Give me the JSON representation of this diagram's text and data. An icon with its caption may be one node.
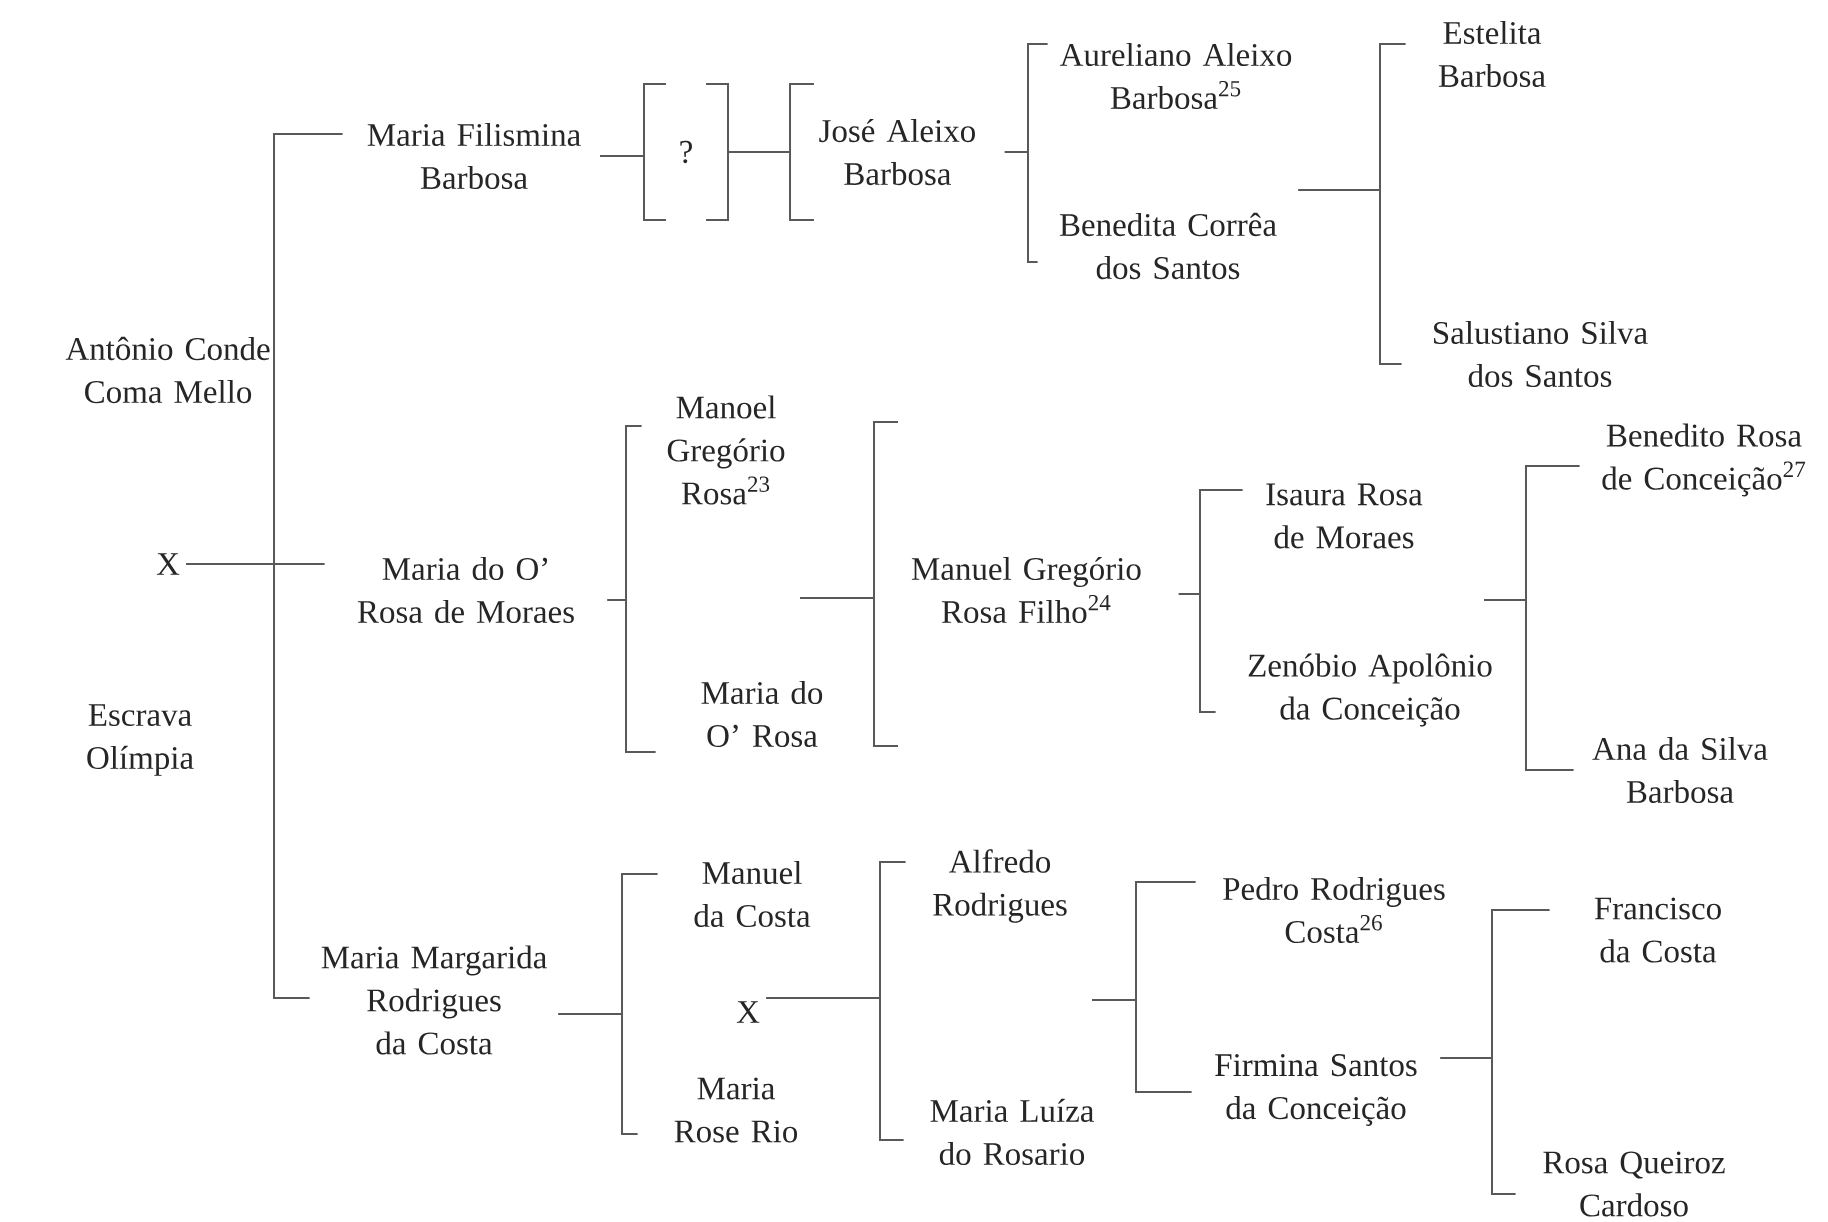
{
  "diagram": {
    "nodes": [
      {
        "text": [
          "Antônio Conde Coma Mello"
        ]
      },
      {
        "text": [
          "X"
        ]
      },
      {
        "text": [
          "Escrava Olímpia"
        ]
      },
      {
        "text": [
          "Maria Filismina Barbosa"
        ]
      },
      {
        "text": [
          "?"
        ]
      },
      {
        "text": [
          "José Aleixo Barbosa"
        ]
      },
      {
        "text": [
          "Aureliano Aleixo Barbosa$^{25}$"
        ]
      },
      {
        "text": [
          "Benedita Corrêa dos Santos"
        ]
      },
      {
        "text": [
          "Estelita Barbosa"
        ]
      },
      {
        "text": [
          "Salustiano Silva dos Santos"
        ]
      },
      {
        "text": [
          "Manoel Gregório Rosa$^{23}$"
        ]
      },
      {
        "text": [
          "Maria do O’ Rosa de Moraes"
        ]
      },
      {
        "text": [
          "Maria do O’ Rosa"
        ]
      },
      {
        "text": [
          "Manuel Gregório Rosa Filho$^{24}$"
        ]
      },
      {
        "text": [
          "Isaura Rosa de Moraes"
        ]
      },
      {
        "text": [
          "Zenóbio Apolônio da Conceição"
        ]
      },
      {
        "text": [
          "Benedito Rosa de Conceição$^{27}$"
        ]
      },
      {
        "text": [
          "Ana da Silva Barbosa"
        ]
      },
      {
        "text": [
          "Manuel da Costa"
        ]
      },
      {
        "text": [
          "Maria Margarida Rodrigues da Costa"
        ]
      },
      {
        "text": [
          "X"
        ]
      },
      {
        "text": [
          "Maria Rose Rio"
        ]
      },
      {
        "text": [
          "Alfredo Rodrigues"
        ]
      },
      {
        "text": [
          "Maria Luíza do Rosario"
        ]
      },
      {
        "text": [
          "Pedro Rodrigues Costa$^{26}$"
        ]
      },
      {
        "text": [
          "Firmina Santos da Conceição"
        ]
      },
      {
        "text": [
          "Francisco da Costa"
        ]
      },
      {
        "text": [
          "Rosa Queiroz Cardoso"
        ]
      }
    ],
    "edges": [
      {
        "from": 1,
        "to": 3,
        "arrow": "none"
      },
      {
        "from": 1,
        "to": 11,
        "arrow": "none"
      },
      {
        "from": 1,
        "to": 19,
        "arrow": "none"
      },
      {
        "from": 3,
        "to": 4,
        "arrow": "none"
      },
      {
        "from": 4,
        "to": 5,
        "arrow": "none"
      },
      {
        "from": 5,
        "to": 6,
        "arrow": "none"
      },
      {
        "from": 5,
        "to": 7,
        "arrow": "none"
      },
      {
        "from": 7,
        "to": 8,
        "arrow": "none"
      },
      {
        "from": 7,
        "to": 9,
        "arrow": "none"
      },
      {
        "from": 11,
        "to": 10,
        "arrow": "none"
      },
      {
        "from": 11,
        "to": 12,
        "arrow": "none"
      },
      {
        "from": null,
        "to": 13,
        "arrow": "none"
      },
      {
        "from": 13,
        "to": 14,
        "arrow": "none"
      },
      {
        "from": 13,
        "to": 15,
        "arrow": "none"
      },
      {
        "from": null,
        "to": 16,
        "arrow": "none"
      },
      {
        "from": null,
        "to": 17,
        "arrow": "none"
      },
      {
        "from": 19,
        "to": 18,
        "arrow": "none"
      },
      {
        "from": 19,
        "to": 21,
        "arrow": "none"
      },
      {
        "from": 20,
        "to": 22,
        "arrow": "none"
      },
      {
        "from": 20,
        "to": 23,
        "arrow": "none"
      },
      {
        "from": null,
        "to": 24,
        "arrow": "none"
      },
      {
        "from": null,
        "to": 25,
        "arrow": "none"
      },
      {
        "from": 25,
        "to": 26,
        "arrow": "none"
      },
      {
        "from": 25,
        "to": 27,
        "arrow": "none"
      }
    ]
  }
}
